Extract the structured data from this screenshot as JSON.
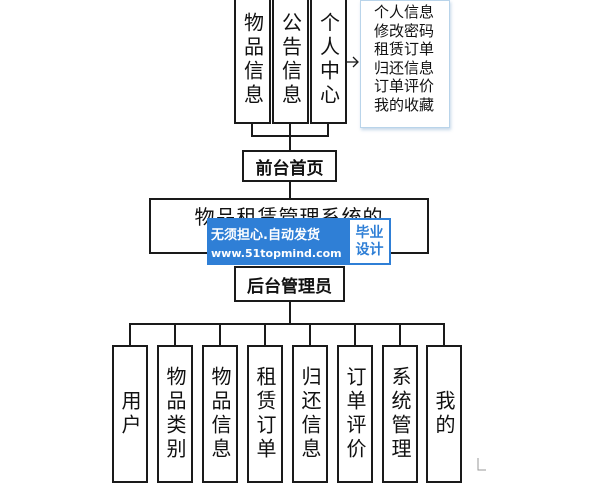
{
  "top_modules": [
    "物品信息",
    "公告信息",
    "个人中心"
  ],
  "personal_center_items": [
    "个人信息",
    "修改密码",
    "租赁订单",
    "归还信息",
    "订单评价",
    "我的收藏"
  ],
  "front_home": "前台首页",
  "system_title": "物品租赁管理系统的",
  "admin": "后台管理员",
  "admin_modules": [
    "用户",
    "物品类别",
    "物品信息",
    "租赁订单",
    "归还信息",
    "订单评价",
    "系统管理",
    "我的"
  ],
  "watermark": {
    "line1": "无须担心.自动发货",
    "line2": "www.51topmind.com",
    "side_line1": "毕业",
    "side_line2": "设计"
  }
}
